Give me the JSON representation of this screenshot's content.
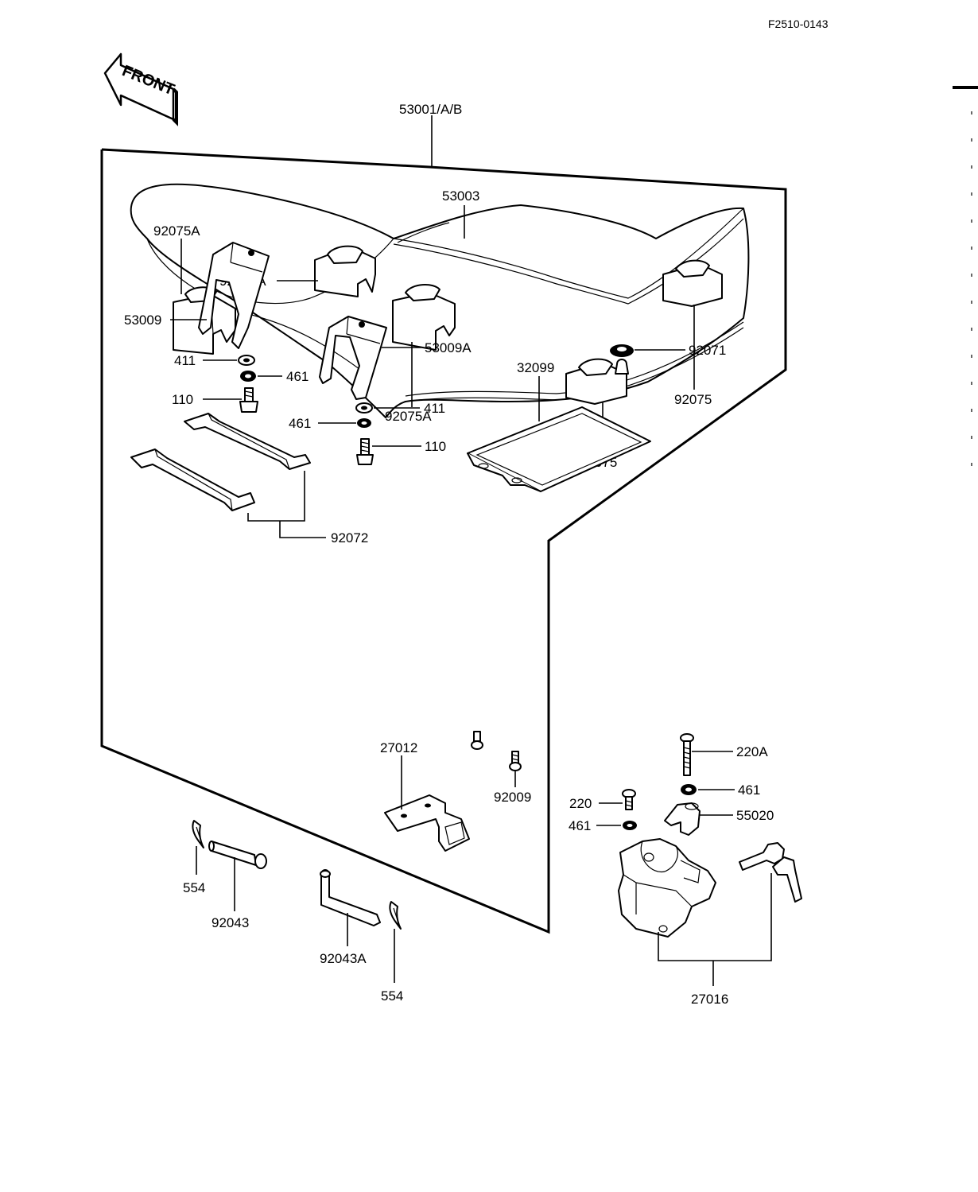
{
  "drawing_code": "F2510-0143",
  "front_label": "FRONT",
  "parts": {
    "seat_assembly": "53001/A/B",
    "seat_cover": "53003",
    "damper_a1": "92075A",
    "damper_a2": "92075A",
    "damper_a3": "92075A",
    "damper_1": "92075",
    "damper_2": "92075",
    "hinge_bracket": "53009",
    "hinge_bracket_a": "53009A",
    "washer_411_left": "411",
    "washer_411_right": "411",
    "washer_461_left": "461",
    "washer_461_right": "461",
    "bolt_110_left": "110",
    "bolt_110_right": "110",
    "tray": "32099",
    "grommet": "92071",
    "strap": "92072",
    "bracket": "27012",
    "tray_screw": "92009",
    "screw_220a": "220A",
    "washer_461_lock_top": "461",
    "screw_220": "220",
    "washer_461_lock_bottom": "461",
    "hook": "55020",
    "lock_assembly": "27016",
    "cotter_pin_left": "554",
    "cotter_pin_right": "554",
    "pin": "92043",
    "pin_a": "92043A"
  }
}
